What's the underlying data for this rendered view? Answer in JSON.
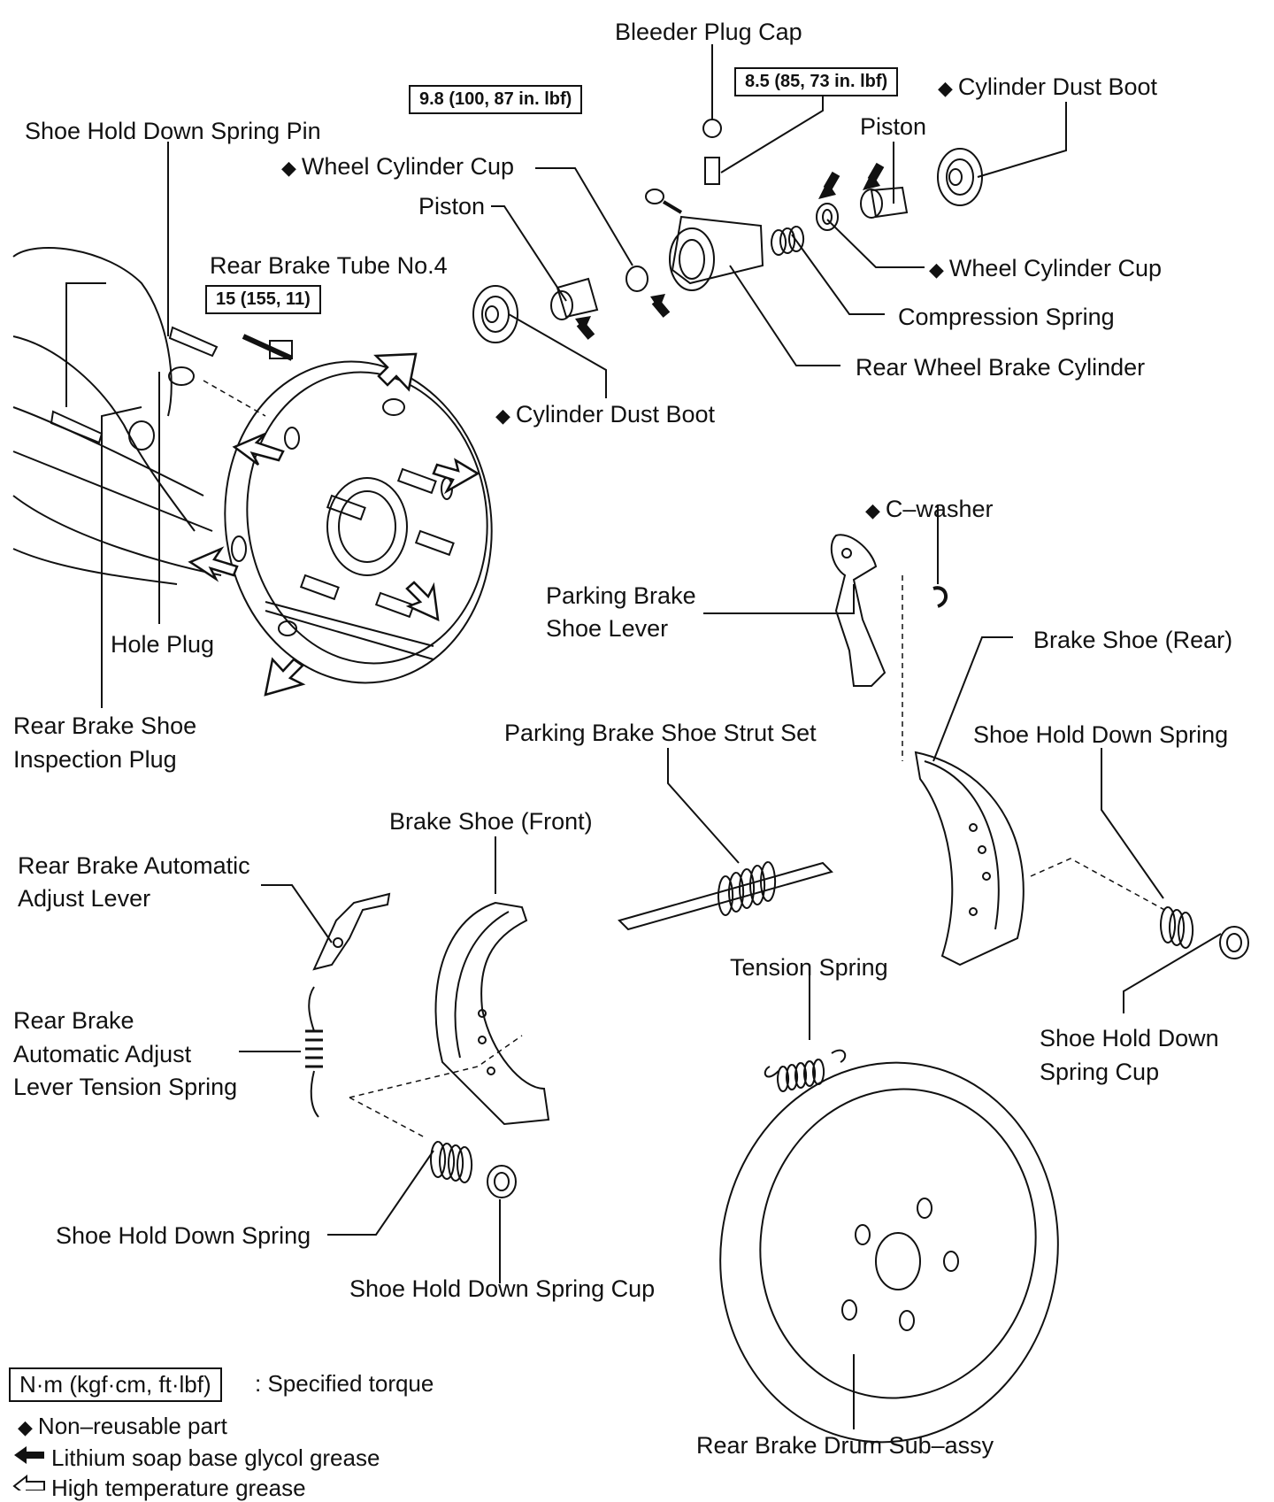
{
  "labels": {
    "bleeder_plug_cap": "Bleeder Plug Cap",
    "cylinder_dust_boot_right": "Cylinder Dust Boot",
    "piston_right": "Piston",
    "shoe_hold_down_spring_pin": "Shoe Hold Down Spring Pin",
    "wheel_cylinder_cup_left": "Wheel Cylinder Cup",
    "piston_left": "Piston",
    "rear_brake_tube": "Rear Brake Tube No.4",
    "wheel_cylinder_cup_right": "Wheel Cylinder Cup",
    "compression_spring": "Compression Spring",
    "rear_wheel_brake_cylinder": "Rear Wheel Brake Cylinder",
    "cylinder_dust_boot_left": "Cylinder Dust Boot",
    "c_washer": "C–washer",
    "parking_brake_shoe_lever_1": "Parking Brake",
    "parking_brake_shoe_lever_2": "Shoe Lever",
    "brake_shoe_rear": "Brake Shoe (Rear)",
    "hole_plug": "Hole Plug",
    "inspection_plug_1": "Rear Brake Shoe",
    "inspection_plug_2": "Inspection Plug",
    "strut_set": "Parking Brake Shoe Strut Set",
    "shoe_hold_down_spring_right": "Shoe Hold Down Spring",
    "brake_shoe_front": "Brake Shoe (Front)",
    "auto_adjust_lever_1": "Rear Brake Automatic",
    "auto_adjust_lever_2": "Adjust Lever",
    "tension_spring": "Tension Spring",
    "spring_cup_right_1": "Shoe Hold Down",
    "spring_cup_right_2": "Spring Cup",
    "lever_tension_spring_1": "Rear Brake",
    "lever_tension_spring_2": "Automatic Adjust",
    "lever_tension_spring_3": "Lever Tension Spring",
    "shoe_hold_down_spring_left": "Shoe Hold Down Spring",
    "spring_cup_left": "Shoe Hold Down Spring Cup",
    "brake_drum": "Rear Brake Drum Sub–assy"
  },
  "torques": {
    "bleeder_plug": "8.5 (85, 73 in. lbf)",
    "cylinder_bolt": "9.8 (100, 87 in. lbf)",
    "brake_tube": "15 (155, 11)"
  },
  "legend": {
    "torque_units": "N·m (kgf·cm, ft·lbf)",
    "torque_desc": ": Specified torque",
    "non_reusable": "Non–reusable part",
    "lithium_grease": "Lithium soap base glycol grease",
    "high_temp_grease": "High temperature grease"
  },
  "symbols": {
    "diamond": "◆",
    "solid_arrow": "🡐",
    "hollow_arrow": "⇦"
  }
}
